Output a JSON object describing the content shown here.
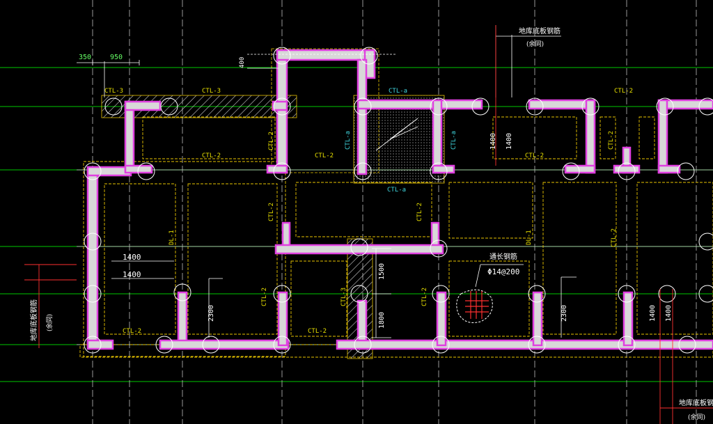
{
  "colors": {
    "background": "#000000",
    "wall_fill": "#d8d8d8",
    "wall_edge": "#e040e0",
    "grid_line": "#d9d9d9",
    "level_line": "#00c800",
    "beam_outline": "#e8c400",
    "label_yellow": "#e8e000",
    "label_cyan": "#40d8e0",
    "dimension_white": "#ffffff",
    "dimension_green": "#66ff66",
    "leader_red": "#ff3030"
  },
  "dimensions": {
    "top_left_a": "350",
    "top_left_b": "950",
    "top_small": "400",
    "left_upper": "1400",
    "left_lower": "1400",
    "upper_right_a": "1400",
    "upper_right_b": "1400",
    "lower_right_a": "1400",
    "lower_right_b": "1400",
    "vert_left": "2300",
    "vert_mid": "2300",
    "vert_center_top": "1500",
    "vert_center_bottom": "1800"
  },
  "beam_labels": {
    "ctl3_a": "CTL-3",
    "ctl3_b": "CTL-3",
    "ctl3_c": "CTL-3",
    "ctl2_top_left": "CTL-2",
    "ctl2_top_mid": "CTL-2",
    "ctl2_top_right": "CTL-2",
    "ctl2_top_far": "CTL-2",
    "ctl2_v1": "CTL-2",
    "ctl2_v2": "CTL-2",
    "ctl2_v3": "CTL-2",
    "ctl2_v4": "CTL-2",
    "ctl2_v5": "CTL-2",
    "ctl2_v6": "CTL-2",
    "ctl2_v7": "CTL-2",
    "ctl2_bottom": "CTL-2",
    "ctl2_bottom_mid": "CTL-2",
    "ctla_top": "CTL-a",
    "ctla_left": "CTL-a",
    "ctla_right": "CTL-a",
    "ctla_bottom": "CTL-a",
    "dl1_left": "DL-1",
    "dl1_right": "DL-1"
  },
  "notes": {
    "rebar_title": "通长钢筋",
    "rebar_spec": "Φ14@200",
    "floor_rebar_top": "地库底板钢筋",
    "floor_rebar_top_sub": "(余同)",
    "floor_rebar_left": "地库底板钢筋",
    "floor_rebar_left_sub": "(余同)",
    "floor_rebar_bottom": "地库底板钢筋",
    "floor_rebar_bottom_sub": "(余同)"
  }
}
